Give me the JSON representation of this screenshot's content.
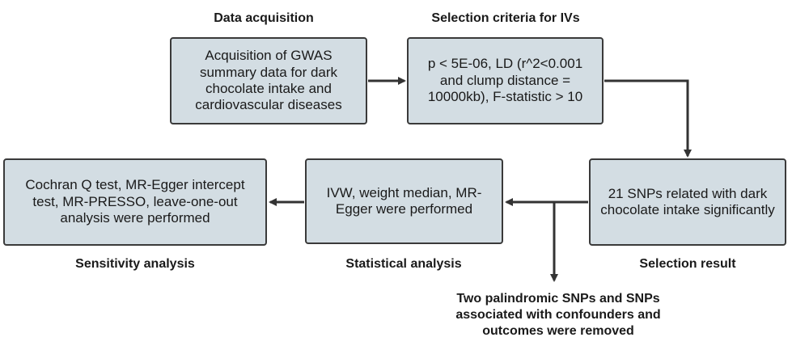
{
  "steps": {
    "data_acquisition": {
      "title": "Data acquisition",
      "text": "Acquisition of GWAS summary data for dark chocolate intake and cardiovascular diseases"
    },
    "selection_criteria": {
      "title": "Selection criteria for IVs",
      "text": "p < 5E-06, LD (r^2<0.001 and clump distance = 10000kb), F-statistic > 10"
    },
    "selection_result": {
      "title": "Selection result",
      "text": "21 SNPs related with dark chocolate intake significantly"
    },
    "statistical_analysis": {
      "title": "Statistical analysis",
      "text": "IVW, weight median, MR-Egger were performed"
    },
    "sensitivity_analysis": {
      "title": "Sensitivity analysis",
      "text": "Cochran Q test, MR-Egger intercept test, MR-PRESSO, leave-one-out analysis were performed"
    }
  },
  "removal_note": "Two palindromic SNPs and SNPs associated with confounders and outcomes were removed",
  "colors": {
    "box_fill": "#d3dde3",
    "border": "#3a3a3a",
    "arrow": "#333333"
  }
}
